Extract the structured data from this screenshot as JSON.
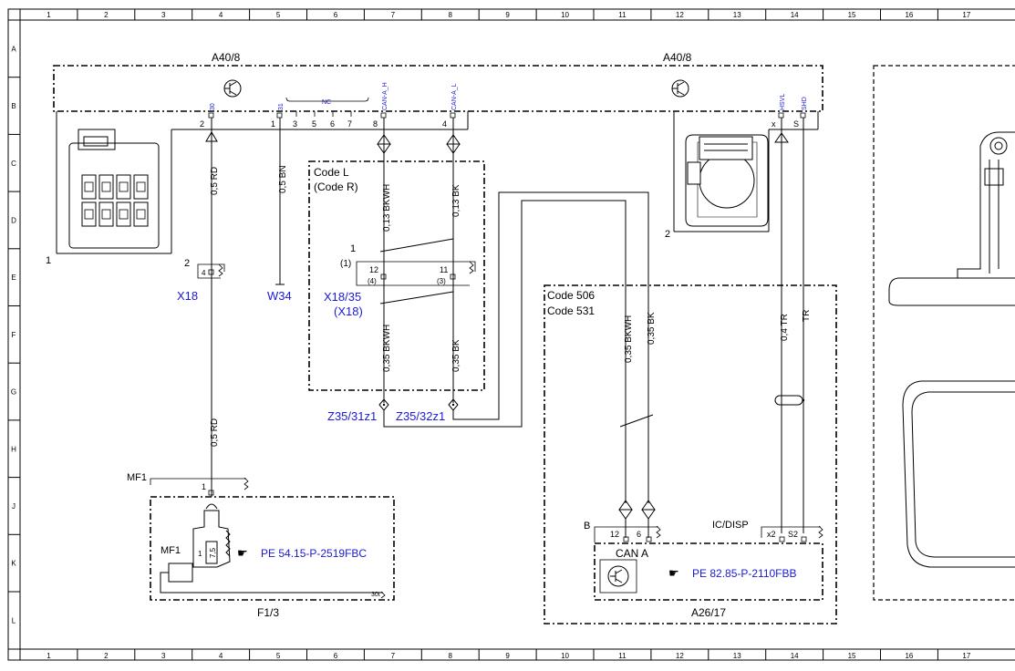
{
  "grid": {
    "columns": [
      "1",
      "2",
      "3",
      "4",
      "5",
      "6",
      "7",
      "8",
      "9",
      "10",
      "11",
      "12",
      "13",
      "14",
      "15",
      "16",
      "17"
    ],
    "rows": [
      "A",
      "B",
      "C",
      "D",
      "E",
      "F",
      "G",
      "H",
      "J",
      "K",
      "L"
    ]
  },
  "components": {
    "a40_left": "A40/8",
    "a40_right": "A40/8",
    "a26": "A26/17",
    "f1": "F1/3",
    "x18": "X18",
    "w34": "W34",
    "x1835": "X18/35",
    "x18b": "(X18)",
    "z3531": "Z35/31z1",
    "z3532": "Z35/32z1",
    "mf1a": "MF1",
    "mf1b": "MF1",
    "b": "B",
    "icdisp": "IC/DISP"
  },
  "codes": {
    "code_l": "Code L",
    "code_r": "(Code R)",
    "code_506": "Code 506",
    "code_531": "Code 531",
    "can_a": "CAN A"
  },
  "pins": {
    "p30": "30",
    "p31": "31",
    "nc": "NC",
    "canh": "CAN-A_H",
    "canl": "CAN-A_L",
    "hsvl": "HSVL",
    "shd": "SHD",
    "n2": "2",
    "n1": "1",
    "n3": "3",
    "n5": "5",
    "n6": "6",
    "n7": "7",
    "n8": "8",
    "n4": "4",
    "nx": "x",
    "ns": "S",
    "e2": "2",
    "e4": "4",
    "c1": "1",
    "c1b": "(1)",
    "c12": "12",
    "c4": "(4)",
    "c11": "11",
    "c3": "(3)",
    "m1": "1",
    "m1b": "1",
    "m75": "7,5",
    "b12": "12",
    "b6": "6",
    "x2": "x2",
    "s2": "S2",
    "n30t": "30t",
    "lbl1": "1",
    "lbl2": "2"
  },
  "wires": {
    "w1": "0,5 RD",
    "w2": "0,5 BN",
    "w3": "0,13 BKWH",
    "w4": "0,13 BK",
    "w5": "0,35 BKWH",
    "w6": "0,35 BK",
    "w7": "0,5 RD",
    "w8": "0,35 BKWH",
    "w9": "0,35 BK",
    "w10": "0,4 TR",
    "w11": "TR"
  },
  "references": {
    "ref1": "PE 54.15-P-2519FBC",
    "ref2": "PE 82.85-P-2110FBB"
  }
}
